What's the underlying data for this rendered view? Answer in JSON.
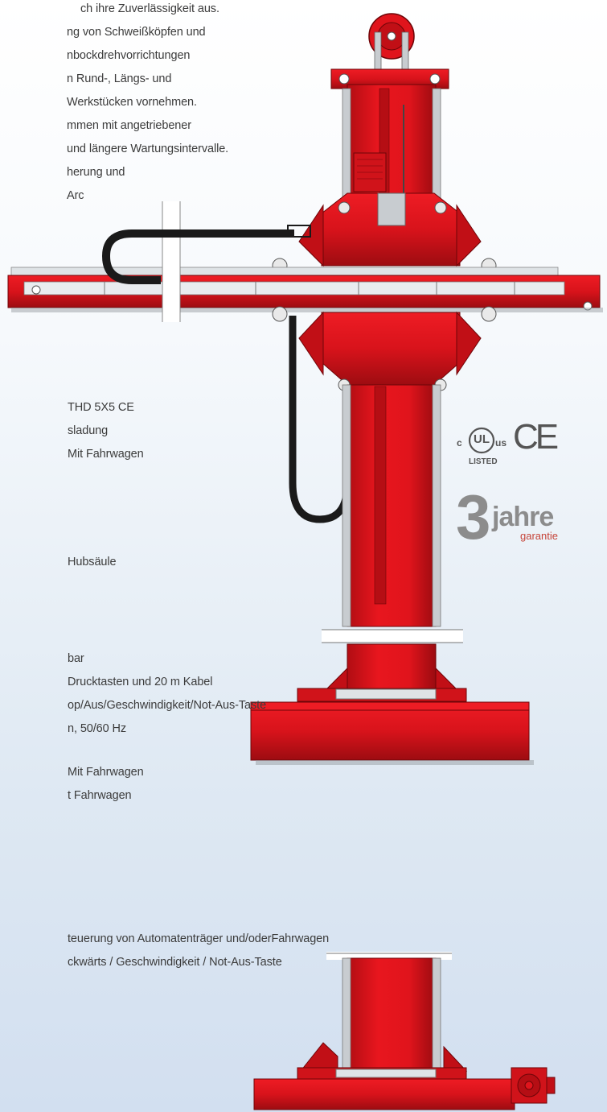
{
  "text_top": [
    "ch  ihre Zuverlässigkeit aus.",
    "ng von Schweißköpfen und",
    "nbockdrehvorrichtungen",
    "n Rund-, Längs- und",
    " Werkstücken vornehmen.",
    "mmen mit angetriebener",
    "und längere Wartungsintervalle.",
    "herung und",
    "Arc"
  ],
  "text_mid": [
    "THD 5X5 CE",
    "sladung",
    "Mit Fahrwagen",
    "Hubsäule"
  ],
  "text_lower": [
    "bar",
    " Drucktasten und 20 m Kabel",
    "op/Aus/Geschwindigkeit/Not-Aus-Taste",
    "n, 50/60 Hz",
    " Mit Fahrwagen",
    "t Fahrwagen"
  ],
  "text_bottom": [
    "teuerung von Automatenträger und/oderFahrwagen",
    "ckwärts / Geschwindigkeit / Not-Aus-Taste"
  ],
  "certifications": {
    "ul_left": "c",
    "ul_center": "UL",
    "ul_right": "us",
    "ul_listed": "LISTED",
    "ce": "CE"
  },
  "warranty": {
    "number": "3",
    "word": "jahre",
    "sub": "garantie"
  },
  "colors": {
    "machine_red": "#e0141c",
    "machine_dark_red": "#a30d12",
    "rail_gray": "#c8ccd0",
    "warranty_red": "#c6453a"
  }
}
